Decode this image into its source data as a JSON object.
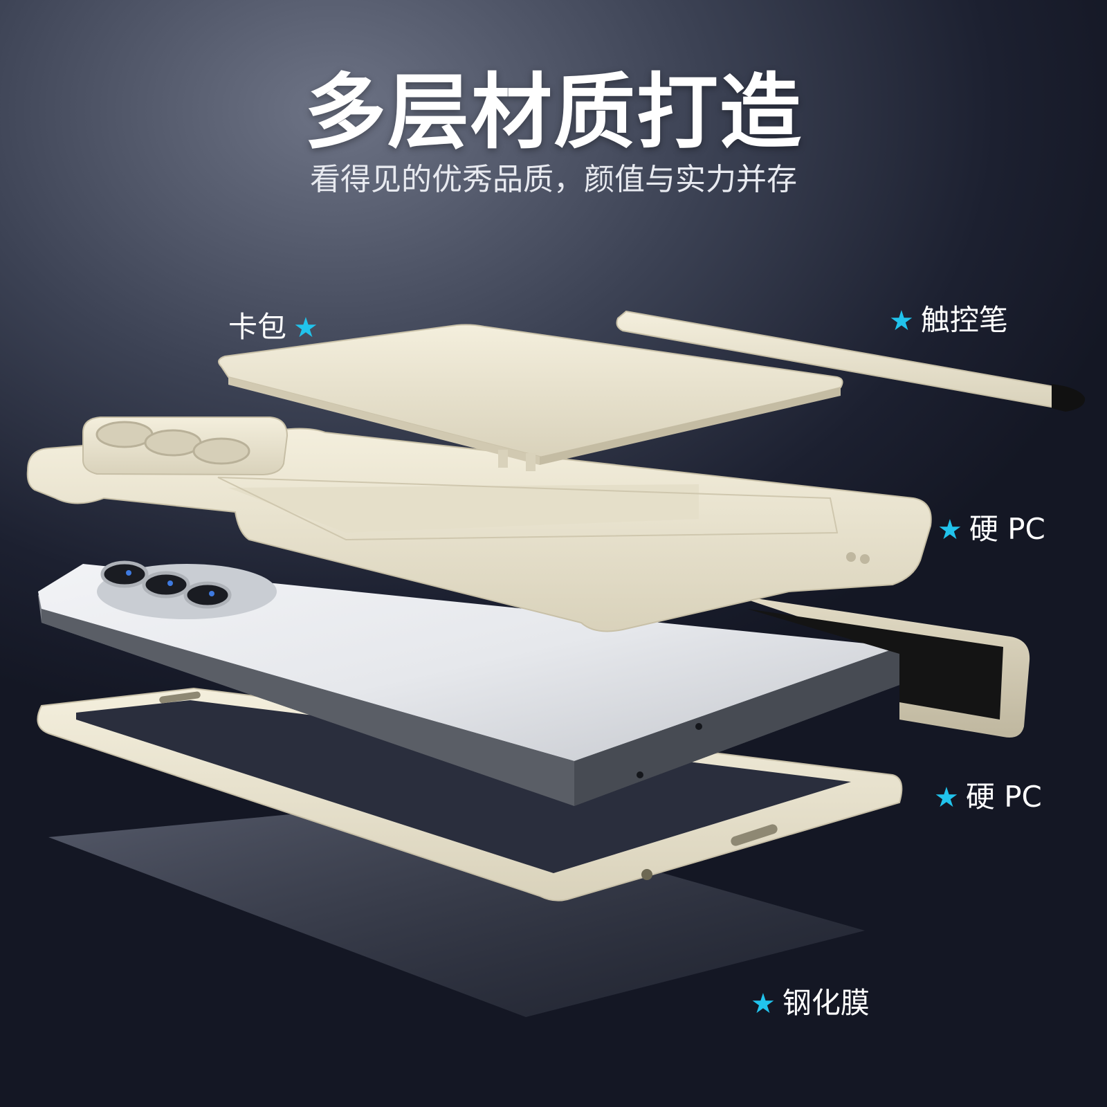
{
  "headline": "多层材质打造",
  "subline": "看得见的优秀品质，颜值与实力并存",
  "labels": {
    "card_wallet": "卡包",
    "stylus": "触控笔",
    "hard_pc_top": "硬 PC",
    "hard_pc_bottom": "硬 PC",
    "tempered_film": "钢化膜"
  },
  "star_glyph": "★",
  "colors": {
    "accent_star": "#21c3ec",
    "case_cream": "#ece6d2",
    "background_dark": "#1c2030"
  },
  "icons": [
    "star-icon"
  ]
}
